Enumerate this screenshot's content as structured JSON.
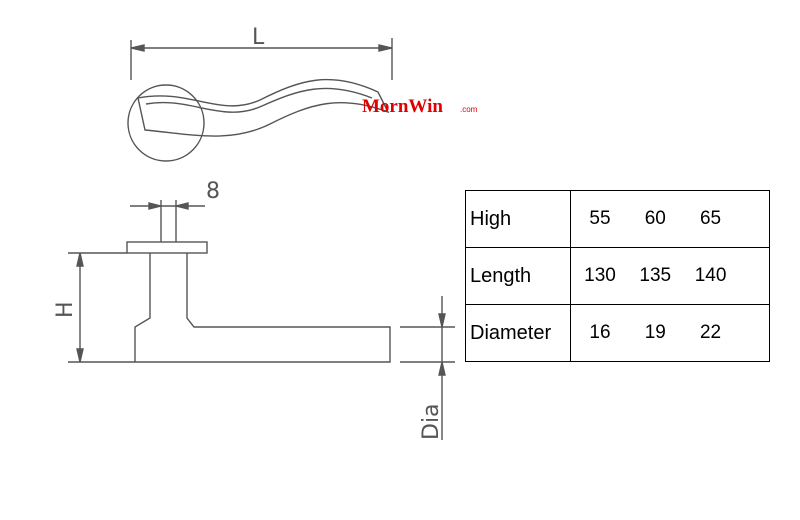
{
  "dimensions": {
    "length_label": "L",
    "stem_width_label": "8",
    "height_label": "H",
    "diameter_label": "Dia"
  },
  "brand": {
    "name": "MornWin",
    "suffix": ".com"
  },
  "spec_table": {
    "rows": [
      {
        "label": "High",
        "values": [
          "55",
          "60",
          "65"
        ]
      },
      {
        "label": "Length",
        "values": [
          "130",
          "135",
          "140"
        ]
      },
      {
        "label": "Diameter",
        "values": [
          "16",
          "19",
          "22"
        ]
      }
    ]
  }
}
